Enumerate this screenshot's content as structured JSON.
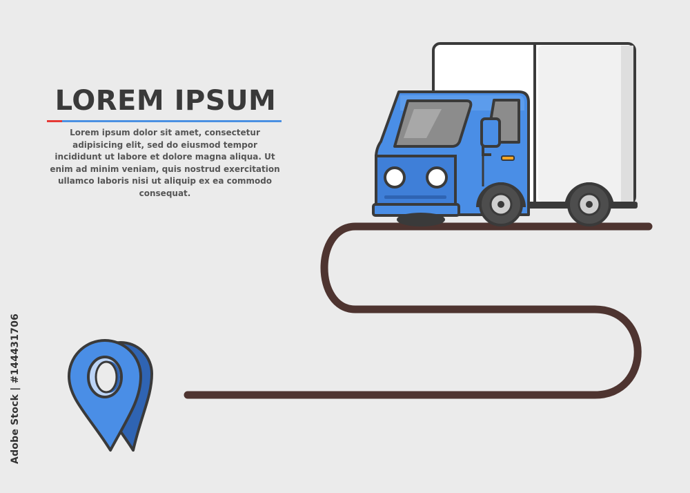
{
  "headline": "LOREM IPSUM",
  "body": "Lorem ipsum dolor sit amet, consectetur adipisicing elit, sed do eiusmod tempor incididunt ut labore et dolore magna aliqua. Ut enim ad minim veniam, quis nostrud exercitation ullamco laboris nisi ut aliquip ex ea commodo consequat.",
  "watermark_id": "Adobe Stock | #144431706",
  "icons": {
    "vehicle": "delivery-truck-icon",
    "destination": "map-pin-icon",
    "path": "route-line"
  },
  "colors": {
    "background": "#ebebeb",
    "headline": "#3a3a3a",
    "body_text": "#555555",
    "accent_blue": "#4a90e2",
    "accent_red": "#e53935",
    "truck_blue": "#4a8ee6",
    "route": "#4e3430",
    "outline": "#3a3a3a"
  }
}
